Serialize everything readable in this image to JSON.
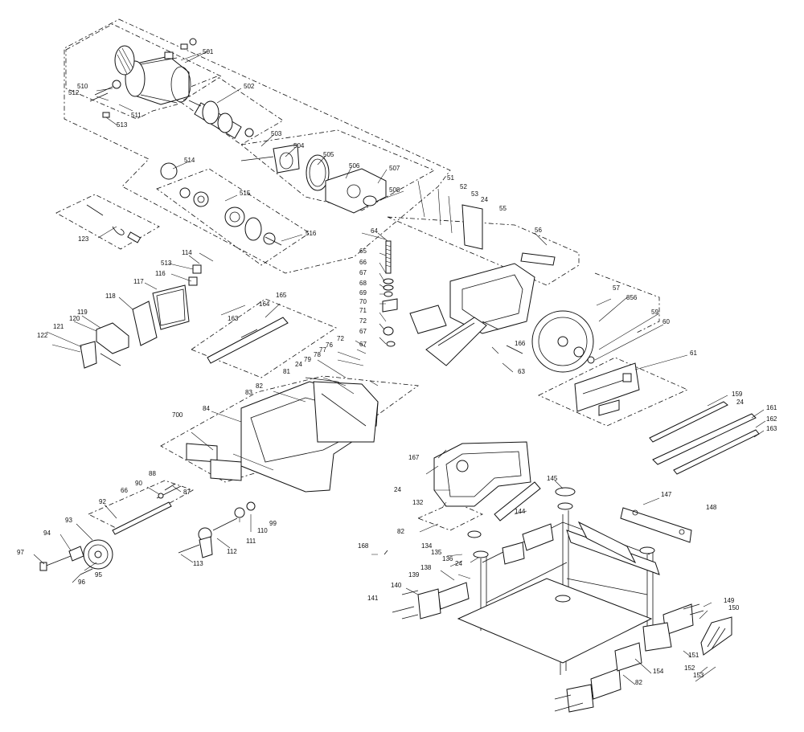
{
  "labels": {
    "l501": "501",
    "l502": "502",
    "l503": "503",
    "l504": "504",
    "l505": "505",
    "l506": "506",
    "l507": "507",
    "l508": "508",
    "l510": "510",
    "l511": "511",
    "l512": "512",
    "l513": "513",
    "l514": "514",
    "l515": "515",
    "l516": "516",
    "l123": "123",
    "l114": "114",
    "l513b": "513",
    "l116": "116",
    "l117": "117",
    "l118": "118",
    "l119": "119",
    "l120": "120",
    "l121": "121",
    "l122": "122",
    "l163a": "163",
    "l164": "164",
    "l165": "165",
    "l51": "51",
    "l52": "52",
    "l53": "53",
    "l24a": "24",
    "l55": "55",
    "l56": "56",
    "l57": "57",
    "l856": "856",
    "l59": "59",
    "l60": "60",
    "l61": "61",
    "l64": "64",
    "l65": "65",
    "l66a": "66",
    "l67a": "67",
    "l68": "68",
    "l69": "69",
    "l70": "70",
    "l71": "71",
    "l72a": "72",
    "l67b": "67",
    "l67c": "67",
    "l72b": "72",
    "l76": "76",
    "l77": "77",
    "l78": "78",
    "l79": "79",
    "l24b": "24",
    "l81": "81",
    "l166": "166",
    "l63": "63",
    "l82a": "82",
    "l83": "83",
    "l84": "84",
    "l700": "700",
    "l159": "159",
    "l24c": "24",
    "l161": "161",
    "l162": "162",
    "l163b": "163",
    "l167": "167",
    "l24d": "24",
    "l132": "132",
    "l145": "145",
    "l147": "147",
    "l148": "148",
    "l144": "144",
    "l82b": "82",
    "l88": "88",
    "l90": "90",
    "l87": "87",
    "l66b": "66",
    "l92": "92",
    "l93": "93",
    "l94": "94",
    "l97": "97",
    "l95": "95",
    "l96": "96",
    "l99": "99",
    "l110": "110",
    "l111": "111",
    "l112": "112",
    "l113": "113",
    "l168": "168",
    "l134": "134",
    "l135": "135",
    "l136": "136",
    "l24e": "24",
    "l138": "138",
    "l139": "139",
    "l140": "140",
    "l141": "141",
    "l149": "149",
    "l150": "150",
    "l151": "151",
    "l152": "152",
    "l153": "153",
    "l154": "154",
    "l82c": "82"
  }
}
